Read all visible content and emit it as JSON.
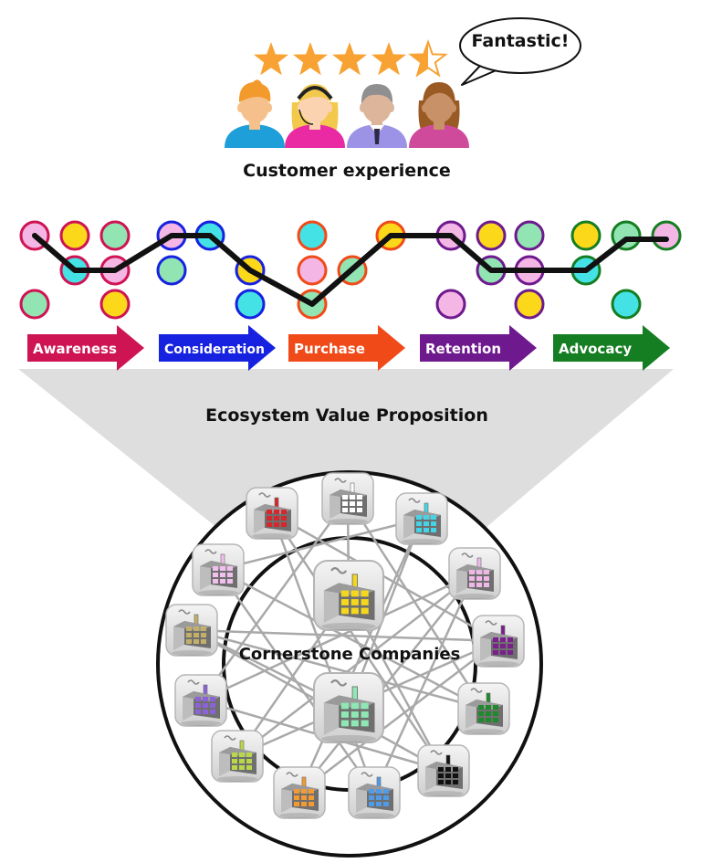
{
  "rating": {
    "stars_total": 5,
    "stars_value": 4.5,
    "star_color": "#f7a233",
    "speech_text": "Fantastic!"
  },
  "customers": [
    {
      "name": "man-orange-hair",
      "hair": "#f39a2c",
      "skin": "#f5c08c",
      "shirt": "#1e9fd9"
    },
    {
      "name": "woman-headset",
      "hair": "#f2c94c",
      "skin": "#fbd3b0",
      "shirt": "#e92aa3"
    },
    {
      "name": "man-gray-hair",
      "hair": "#8f8f8f",
      "skin": "#dcb59a",
      "shirt": "#9d93e6"
    },
    {
      "name": "woman-brown-hair",
      "hair": "#9a5a24",
      "skin": "#c99167",
      "shirt": "#d04a9c"
    }
  ],
  "customer_experience_label": "Customer experience",
  "journey": {
    "stages": [
      {
        "label": "Awareness",
        "color": "#cf1453"
      },
      {
        "label": "Consideration",
        "color": "#1622e0"
      },
      {
        "label": "Purchase",
        "color": "#f04a18"
      },
      {
        "label": "Retention",
        "color": "#6e1a8e"
      },
      {
        "label": "Advocacy",
        "color": "#157d22"
      }
    ],
    "touchpoint_colors": {
      "pink": "#f4b6e4",
      "yellow": "#fcd81b",
      "mint": "#92e5b3",
      "cyan": "#45e2e5"
    }
  },
  "ecosystem_label": "Ecosystem Value Proposition",
  "core_label": "Cornerstone Companies",
  "companies": {
    "core": [
      {
        "name": "cornerstone-company-yellow",
        "accent": "#f5d81e"
      },
      {
        "name": "cornerstone-company-mint",
        "accent": "#8fe8b4"
      }
    ],
    "outer": [
      {
        "name": "company-white",
        "accent": "#ffffff"
      },
      {
        "name": "company-cyan",
        "accent": "#44d4e6"
      },
      {
        "name": "company-pink",
        "accent": "#f0b8e8"
      },
      {
        "name": "company-purple",
        "accent": "#7a1f8c"
      },
      {
        "name": "company-green",
        "accent": "#1f8a2b"
      },
      {
        "name": "company-black",
        "accent": "#111111"
      },
      {
        "name": "company-blue",
        "accent": "#4f9be8"
      },
      {
        "name": "company-orange",
        "accent": "#f39a33"
      },
      {
        "name": "company-lime",
        "accent": "#b8d84a"
      },
      {
        "name": "company-violet",
        "accent": "#8b62d8"
      },
      {
        "name": "company-olive",
        "accent": "#c2b06a"
      },
      {
        "name": "company-lilac",
        "accent": "#f2c0ef"
      },
      {
        "name": "company-red",
        "accent": "#d6282c"
      }
    ]
  }
}
